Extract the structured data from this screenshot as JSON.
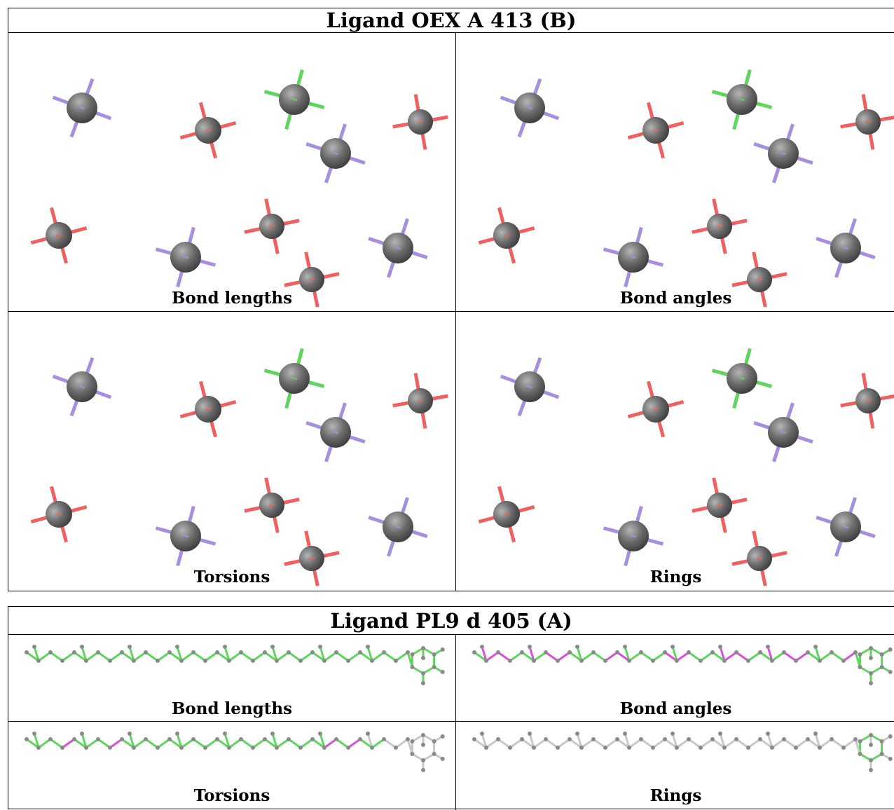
{
  "panel1": {
    "title": "Ligand OEX A 413 (B)",
    "cells": [
      {
        "label": "Bond lengths",
        "greenAtom": true
      },
      {
        "label": "Bond angles",
        "greenAtom": true
      },
      {
        "label": "Torsions",
        "greenAtom": true
      },
      {
        "label": "Rings",
        "greenAtom": true
      }
    ]
  },
  "panel2": {
    "title": "Ligand PL9 d 405 (A)",
    "cells": [
      {
        "label": "Bond lengths",
        "mode": "lengths"
      },
      {
        "label": "Bond angles",
        "mode": "angles"
      },
      {
        "label": "Torsions",
        "mode": "torsions"
      },
      {
        "label": "Rings",
        "mode": "rings"
      }
    ]
  },
  "colors": {
    "atom": "#6b6b6b",
    "red": "#f06060",
    "purple": "#a78fe0",
    "green": "#5ed65e",
    "magenta": "#d84fd8",
    "grey_bond": "#c8c8c8",
    "grey_atom": "#8a8a8a"
  }
}
